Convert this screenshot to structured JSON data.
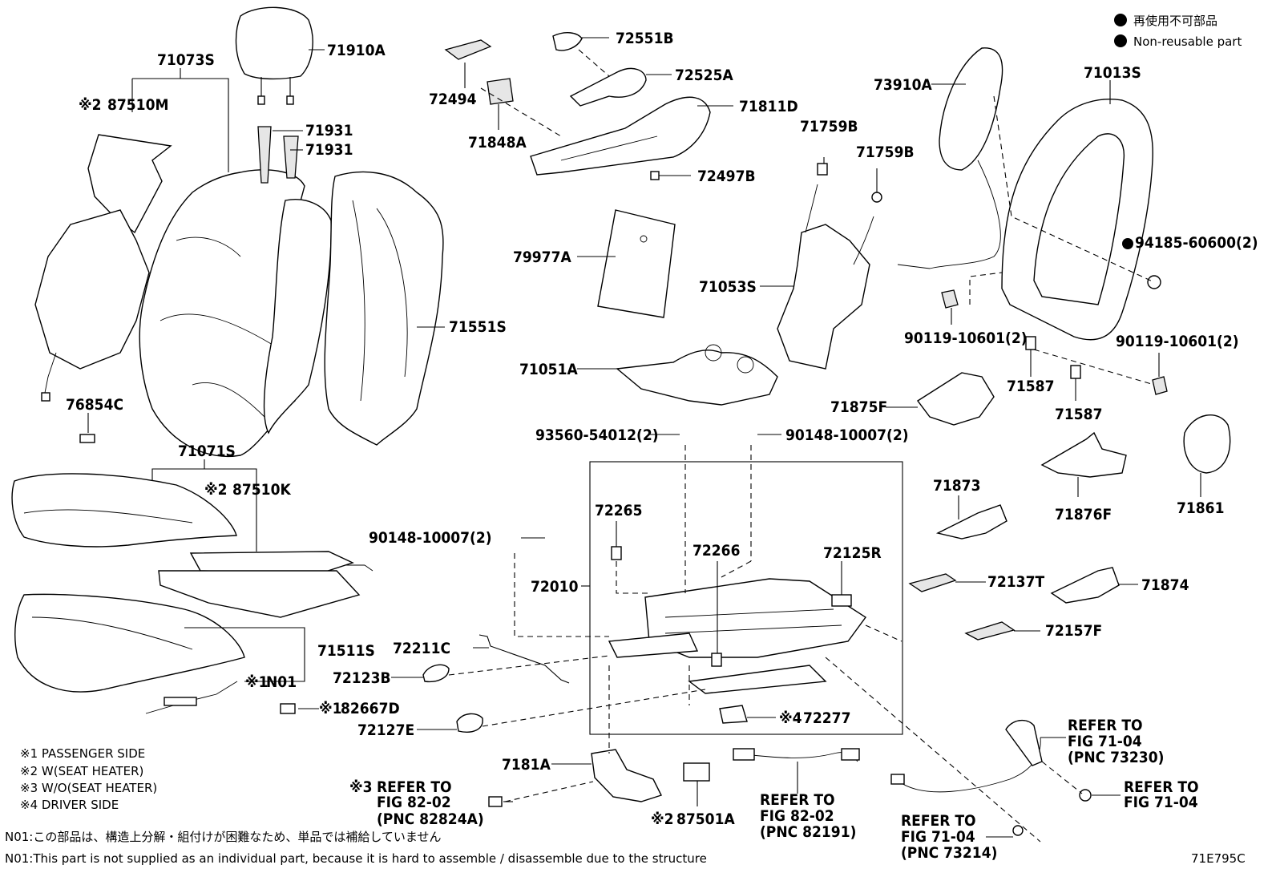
{
  "legend": {
    "symbol": "●",
    "non_reusable_jp": "再使用不可部品",
    "non_reusable_en": "Non-reusable part"
  },
  "figure_code": "71E795C",
  "parts": {
    "p71073S": "71073S",
    "p87510M": "87510M",
    "p71910A": "71910A",
    "p71931a": "71931",
    "p71931b": "71931",
    "p71551S": "71551S",
    "p76854C": "76854C",
    "p71071S": "71071S",
    "p87510K": "87510K",
    "p71511S": "71511S",
    "pN01": "N01",
    "p82667D": "82667D",
    "p72494": "72494",
    "p72551B": "72551B",
    "p72525A": "72525A",
    "p71811D": "71811D",
    "p71848A": "71848A",
    "p72497B": "72497B",
    "p79977A": "79977A",
    "p71051A": "71051A",
    "p93560": "93560-54012(2)",
    "p90148a": "90148-10007(2)",
    "p90148b": "90148-10007(2)",
    "p72265": "72265",
    "p72266": "72266",
    "p72125R": "72125R",
    "p72010": "72010",
    "p72211C": "72211C",
    "p72123B": "72123B",
    "p72127E": "72127E",
    "p72277": "72277",
    "p7181A": "7181A",
    "p87501A": "87501A",
    "p71759B1": "71759B",
    "p71759B2": "71759B",
    "p71053S": "71053S",
    "p73910A": "73910A",
    "p71013S": "71013S",
    "p94185": "94185-60600(2)",
    "p90119a": "90119-10601(2)",
    "p90119b": "90119-10601(2)",
    "p71587a": "71587",
    "p71587b": "71587",
    "p71875F": "71875F",
    "p71876F": "71876F",
    "p71861": "71861",
    "p71873": "71873",
    "p72137T": "72137T",
    "p71874": "71874",
    "p72157F": "72157F"
  },
  "marks": {
    "m1": "※1",
    "m2": "※2",
    "m3": "※3",
    "m4": "※4"
  },
  "refs": {
    "r82824_1": "REFER TO",
    "r82824_2": "FIG 82-02",
    "r82824_3": "(PNC 82824A)",
    "r82191_1": "REFER TO",
    "r82191_2": "FIG 82-02",
    "r82191_3": "(PNC 82191)",
    "r73214_1": "REFER TO",
    "r73214_2": "FIG 71-04",
    "r73214_3": "(PNC 73214)",
    "r73230_1": "REFER TO",
    "r73230_2": "FIG 71-04",
    "r73230_3": "(PNC 73230)",
    "r7104_1": "REFER TO",
    "r7104_2": "FIG 71-04"
  },
  "footnotes": {
    "f1": "※1 PASSENGER SIDE",
    "f2": "※2 W(SEAT HEATER)",
    "f3": "※3 W/O(SEAT HEATER)",
    "f4": "※4 DRIVER SIDE",
    "n01_jp": "N01:この部品は、構造上分解・組付けが困難なため、単品では補給していません",
    "n01_en": "N01:This part is not supplied as an individual part, because it is hard to assemble / disassemble due to the structure"
  }
}
